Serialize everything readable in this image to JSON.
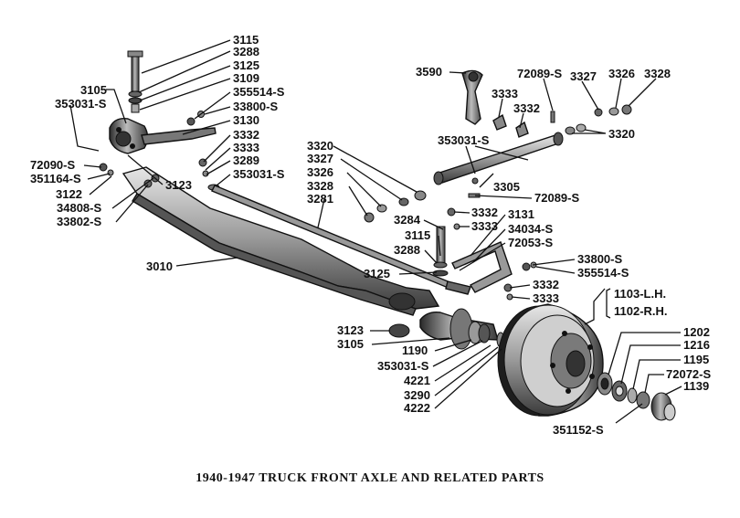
{
  "caption": "1940-1947 TRUCK FRONT AXLE AND RELATED PARTS",
  "labels": {
    "p3115a": "3115",
    "p3288a": "3288",
    "p3125a": "3125",
    "p3109": "3109",
    "p355514a": "355514-S",
    "p33800a": "33800-S",
    "p3130": "3130",
    "p3332a": "3332",
    "p3333a": "3333",
    "p3289": "3289",
    "p353031a": "353031-S",
    "p3105a": "3105",
    "p353031b": "353031-S",
    "p72090": "72090-S",
    "p351164": "351164-S",
    "p3122": "3122",
    "p3123a": "3123",
    "p34808": "34808-S",
    "p33802": "33802-S",
    "p3010": "3010",
    "p3320a": "3320",
    "p3327a": "3327",
    "p3326a": "3326",
    "p3328a": "3328",
    "p3281": "3281",
    "p3590": "3590",
    "p3333b": "3333",
    "p3332b": "3332",
    "p72089a": "72089-S",
    "p3327b": "3327",
    "p3326b": "3326",
    "p3328b": "3328",
    "p3320b": "3320",
    "p353031c": "353031-S",
    "p3305": "3305",
    "p72089b": "72089-S",
    "p3332c": "3332",
    "p3333c": "3333",
    "p3284": "3284",
    "p3131": "3131",
    "p34034": "34034-S",
    "p3115b": "3115",
    "p72053": "72053-S",
    "p3288b": "3288",
    "p33800b": "33800-S",
    "p355514b": "355514-S",
    "p3125b": "3125",
    "p3332d": "3332",
    "p3333d": "3333",
    "p1103": "1103-L.H.",
    "p1102": "1102-R.H.",
    "p3123b": "3123",
    "p3105b": "3105",
    "p1202": "1202",
    "p1216": "1216",
    "p1190": "1190",
    "p1195": "1195",
    "p353031d": "353031-S",
    "p72072": "72072-S",
    "p4221": "4221",
    "p1139": "1139",
    "p3290": "3290",
    "p4222": "4222",
    "p351152": "351152-S"
  }
}
